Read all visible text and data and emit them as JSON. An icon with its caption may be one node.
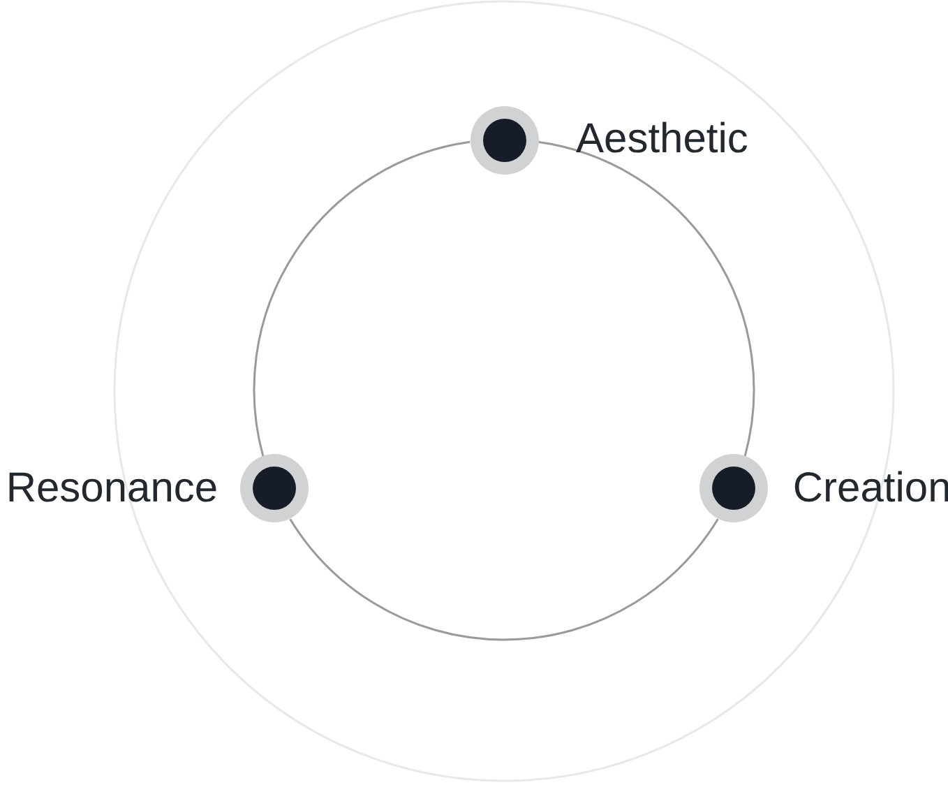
{
  "diagram": {
    "nodes": [
      {
        "text": [
          "Aesthetic"
        ]
      },
      {
        "text": [
          "Creation"
        ]
      },
      {
        "text": [
          "Resonance"
        ]
      }
    ],
    "edges": [
      {
        "from": 0,
        "to": 1,
        "arrow": "none"
      },
      {
        "from": 1,
        "to": 2,
        "arrow": "none"
      },
      {
        "from": 2,
        "to": 0,
        "arrow": "none"
      }
    ]
  }
}
